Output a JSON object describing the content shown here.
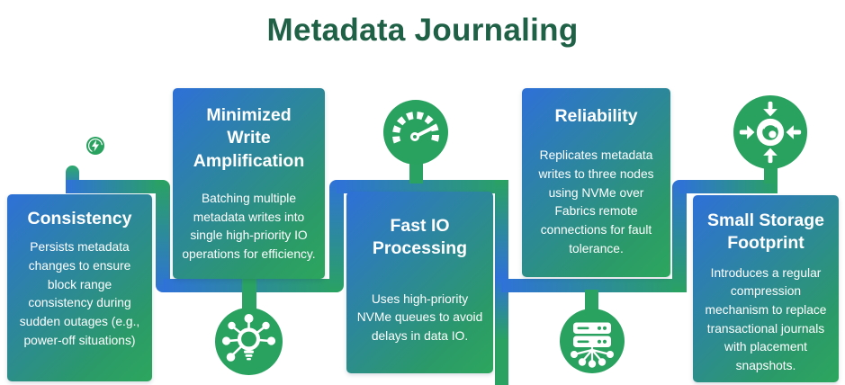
{
  "title": "Metadata Journaling",
  "cards": [
    {
      "heading": "Consistency",
      "body": "Persists metadata changes to ensure block range consistency during sudden outages (e.g., power-off situations)"
    },
    {
      "heading": "Minimized Write Amplification",
      "body": "Batching multiple metadata writes into single high-priority IO operations for efficiency."
    },
    {
      "heading": "Fast IO Processing",
      "body": "Uses high-priority NVMe queues to avoid delays in data IO."
    },
    {
      "heading": "Reliability",
      "body": "Replicates metadata writes to three nodes using NVMe over Fabrics remote connections for fault tolerance."
    },
    {
      "heading": "Small Storage Footprint",
      "body": "Introduces a regular compression mechanism to replace transactional journals with placement snapshots."
    }
  ],
  "icons": [
    {
      "name": "flash-icon"
    },
    {
      "name": "gauge-icon"
    },
    {
      "name": "idea-network-icon"
    },
    {
      "name": "server-network-icon"
    },
    {
      "name": "compress-icon"
    }
  ],
  "colors": {
    "background": "#ffffff",
    "title_green": "#1f6147",
    "card_gradient_blue": "#2e70d8",
    "card_gradient_green": "#2ca75e",
    "path_blue": "#2f72d8",
    "path_green": "#2aa262",
    "icon_circle_green": "#2aa25f"
  }
}
